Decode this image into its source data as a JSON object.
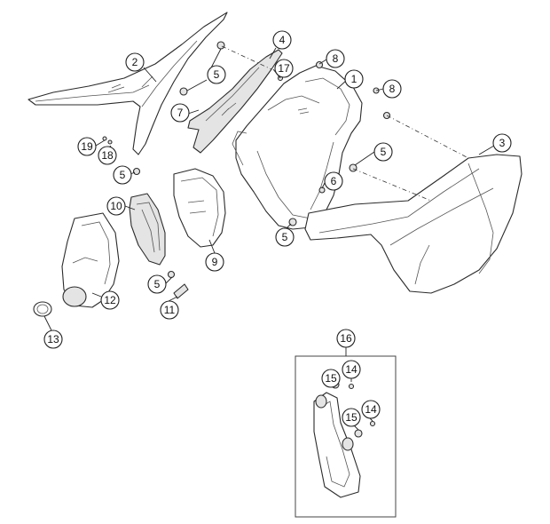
{
  "callouts": [
    {
      "id": "c1",
      "label": "1"
    },
    {
      "id": "c2",
      "label": "2"
    },
    {
      "id": "c3",
      "label": "3"
    },
    {
      "id": "c4",
      "label": "4"
    },
    {
      "id": "c5a",
      "label": "5"
    },
    {
      "id": "c5b",
      "label": "5"
    },
    {
      "id": "c5c",
      "label": "5"
    },
    {
      "id": "c5d",
      "label": "5"
    },
    {
      "id": "c5e",
      "label": "5"
    },
    {
      "id": "c6",
      "label": "6"
    },
    {
      "id": "c7",
      "label": "7"
    },
    {
      "id": "c8a",
      "label": "8"
    },
    {
      "id": "c8b",
      "label": "8"
    },
    {
      "id": "c9",
      "label": "9"
    },
    {
      "id": "c10",
      "label": "10"
    },
    {
      "id": "c11",
      "label": "11"
    },
    {
      "id": "c12",
      "label": "12"
    },
    {
      "id": "c13",
      "label": "13"
    },
    {
      "id": "c14a",
      "label": "14"
    },
    {
      "id": "c14b",
      "label": "14"
    },
    {
      "id": "c15a",
      "label": "15"
    },
    {
      "id": "c15b",
      "label": "15"
    },
    {
      "id": "c16",
      "label": "16"
    },
    {
      "id": "c17",
      "label": "17"
    },
    {
      "id": "c18",
      "label": "18"
    },
    {
      "id": "c19",
      "label": "19"
    }
  ]
}
